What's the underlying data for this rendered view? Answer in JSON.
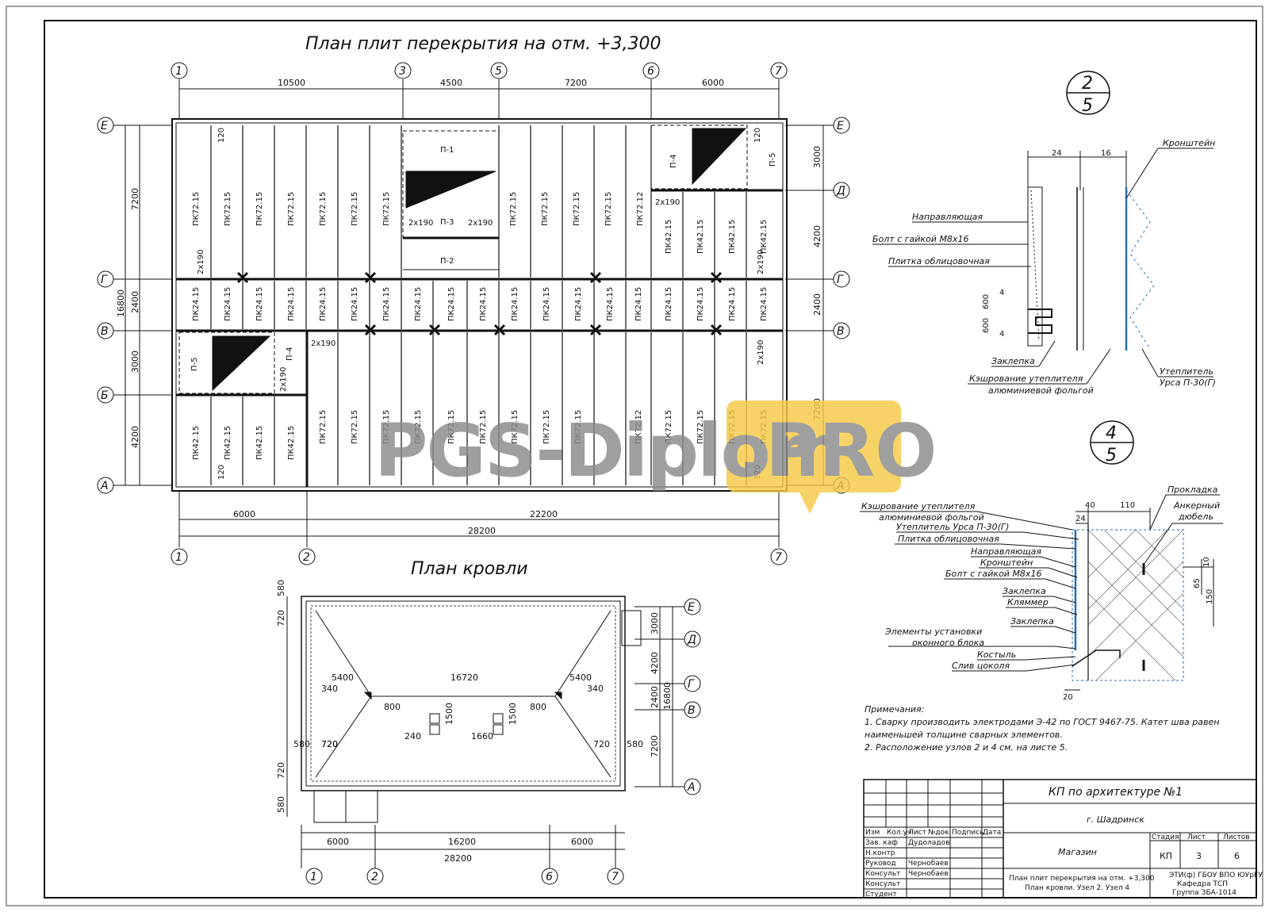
{
  "sheet": {
    "plan_title": "План плит перекрытия на отм. +3,300",
    "roof_title": "План кровли"
  },
  "axes": {
    "columns_top": [
      "1",
      "3",
      "5",
      "6",
      "7"
    ],
    "columns_bottom": [
      "1",
      "2",
      "7"
    ],
    "rows": [
      "Е",
      "Д",
      "Г",
      "В",
      "Б",
      "А"
    ],
    "roof_columns": [
      "1",
      "2",
      "6",
      "7"
    ]
  },
  "dimensions": {
    "top": [
      "10500",
      "4500",
      "7200",
      "6000"
    ],
    "bottom": [
      "6000",
      "22200",
      "28200"
    ],
    "left": [
      "7200",
      "2400",
      "3000",
      "4200",
      "16800"
    ],
    "right": [
      "3000",
      "4200",
      "2400",
      "7200"
    ],
    "roof_bottom": [
      "6000",
      "16200",
      "6000",
      "28200"
    ],
    "roof_right": [
      "3000",
      "4200",
      "2400",
      "7200",
      "16800"
    ],
    "roof_left": [
      "580",
      "720",
      "580",
      "720",
      "720",
      "580"
    ],
    "roof_inner": [
      "5400",
      "16720",
      "5400",
      "340",
      "340",
      "800",
      "800",
      "1500",
      "1500",
      "240",
      "1660",
      "720",
      "720",
      "580"
    ]
  },
  "slabs": {
    "top_row": [
      "ПК72.15",
      "ПК72.15",
      "ПК72.15",
      "ПК72.15",
      "ПК72.15",
      "ПК72.15",
      "ПК72.15",
      "ПК72.15",
      "ПК72.15",
      "ПК72.15",
      "ПК72.15",
      "ПК72.12"
    ],
    "middle_row": [
      "ПК24.15",
      "ПК24.15",
      "ПК24.15",
      "ПК24.15",
      "ПК24.15",
      "ПК24.15",
      "ПК24.15",
      "ПК24.15",
      "ПК24.15",
      "ПК24.15",
      "ПК24.15",
      "ПК24.15",
      "ПК24.15",
      "ПК24.15",
      "ПК24.15",
      "ПК24.15",
      "ПК24.15",
      "ПК24.15",
      "ПК24.15"
    ],
    "bottom_left": [
      "ПК42.15",
      "ПК42.15",
      "ПК42.15",
      "ПК42.15"
    ],
    "bottom_row": [
      "ПК72.15",
      "ПК72.15",
      "ПК72.15",
      "ПК72.15",
      "ПК72.15",
      "ПК72.15",
      "ПК72.15",
      "ПК72.15",
      "ПК72.15",
      "ПК72.12",
      "ПК72.15",
      "ПК72.15",
      "ПК72.15",
      "ПК72.15"
    ],
    "right_upper": [
      "ПК42.15",
      "ПК42.15",
      "ПК42.15",
      "ПК42.15"
    ],
    "special": [
      "П-1",
      "П-2",
      "П-3",
      "П-4",
      "П-5",
      "П-5",
      "П-4"
    ],
    "gaps": [
      "120",
      "120",
      "120",
      "120",
      "2х190",
      "2х190",
      "2х190",
      "2х190",
      "2х190",
      "2х190",
      "2х190",
      "2х190"
    ]
  },
  "node25": {
    "label_top": "2",
    "label_bottom": "5",
    "dims": [
      "24",
      "16",
      "600",
      "600",
      "4",
      "4"
    ],
    "labels": [
      "Кронштейн",
      "Направляющая",
      "Болт с гайкой М8х16",
      "Плитка облицовочная",
      "Заклепка",
      "Кэшрование утеплителя",
      "алюминиевой фольгой",
      "Утеплитель",
      "Урса П-30(Г)"
    ]
  },
  "node45": {
    "label_top": "4",
    "label_bottom": "5",
    "dims": [
      "40",
      "110",
      "24",
      "10",
      "65",
      "150",
      "20"
    ],
    "labels": [
      "Кэшрование утеплителя",
      "алюминиевой фольгой",
      "Утеплитель Урса П-30(Г)",
      "Плитка облицовочная",
      "Направляющая",
      "Кронштейн",
      "Болт с гайкой М8х16",
      "Заклепка",
      "Кляммер",
      "Заклепка",
      "Элементы установки",
      "оконного блока",
      "Костыль",
      "Слив цоколя",
      "Прокладка",
      "Анкерный",
      "дюбель"
    ]
  },
  "notes": {
    "heading": "Примечания:",
    "line1": "1. Сварку производить электродами Э-42 по ГОСТ 9467-75. Катет шва равен",
    "line2": "наименьшей толщине сварных элементов.",
    "line3": "2. Расположение узлов 2 и 4 см. на листе 5."
  },
  "title_block": {
    "project": "КП по архитектуре №1",
    "city": "г. Шадринск",
    "object": "Магазин",
    "stage_head": "Стадия",
    "sheet_head": "Лист",
    "sheets_head": "Листов",
    "stage": "КП",
    "sheet": "3",
    "sheets": "6",
    "cols": [
      "Изм",
      "Кол.уч",
      "Лист",
      "№док",
      "Подпись",
      "Дата"
    ],
    "roles": [
      "Зав. каф",
      "Н.контр",
      "Руковод",
      "Консульт",
      "Консульт",
      "Студент"
    ],
    "names": [
      "Дудоладов",
      "",
      "Чернобаев",
      "Чернобаев",
      "",
      ""
    ],
    "drawing_line1": "План плит перекрытия на отм. +3,300",
    "drawing_line2": "План кровли. Узел 2. Узел 4",
    "org_line1": "ЭТИ(ф) ГБОУ ВПО ЮУрГУ",
    "org_line2": "Кафедра ТСП",
    "org_line3": "Группа ЗБА-1014"
  },
  "watermark": {
    "text_left": "PGS-Diplom",
    "text_right": ".PRO",
    "left_color": "#8a8a8a",
    "right_bg": "#f6c945"
  },
  "colors": {
    "line": "#111111",
    "accent_blue": "#2a6fb4",
    "watermark_yellow": "#f6c945"
  }
}
